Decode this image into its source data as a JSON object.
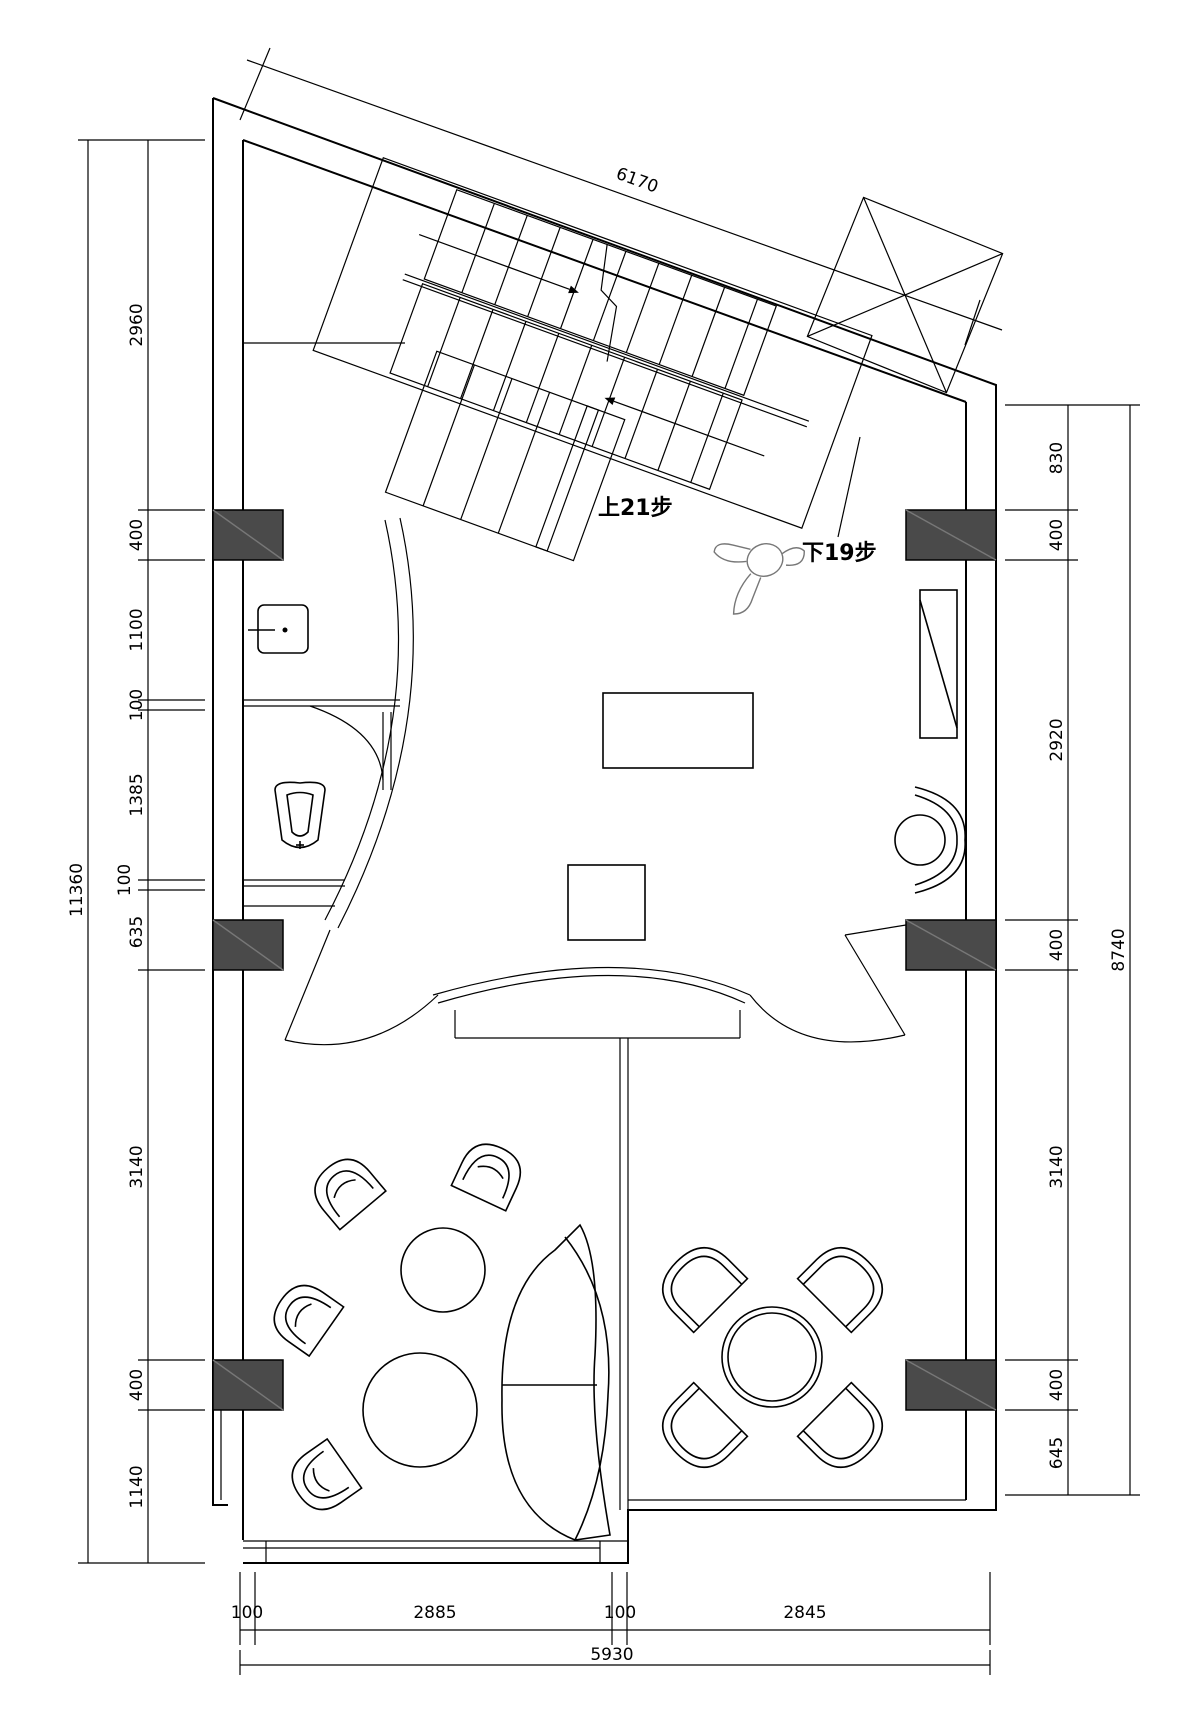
{
  "dimensions": {
    "top_diagonal": "6170",
    "left_outer_total": "11360",
    "left_segments": [
      "2960",
      "400",
      "1100",
      "100",
      "1385",
      "100",
      "635",
      "3140",
      "400",
      "1140"
    ],
    "right_outer_total": "8740",
    "right_segments": [
      "830",
      "400",
      "2920",
      "400",
      "3140",
      "400",
      "645"
    ],
    "bottom_segments": [
      "100",
      "2885",
      "100",
      "2845"
    ],
    "bottom_total": "5930"
  },
  "labels": {
    "stairs_up": "上21步",
    "stairs_down": "下19步"
  }
}
